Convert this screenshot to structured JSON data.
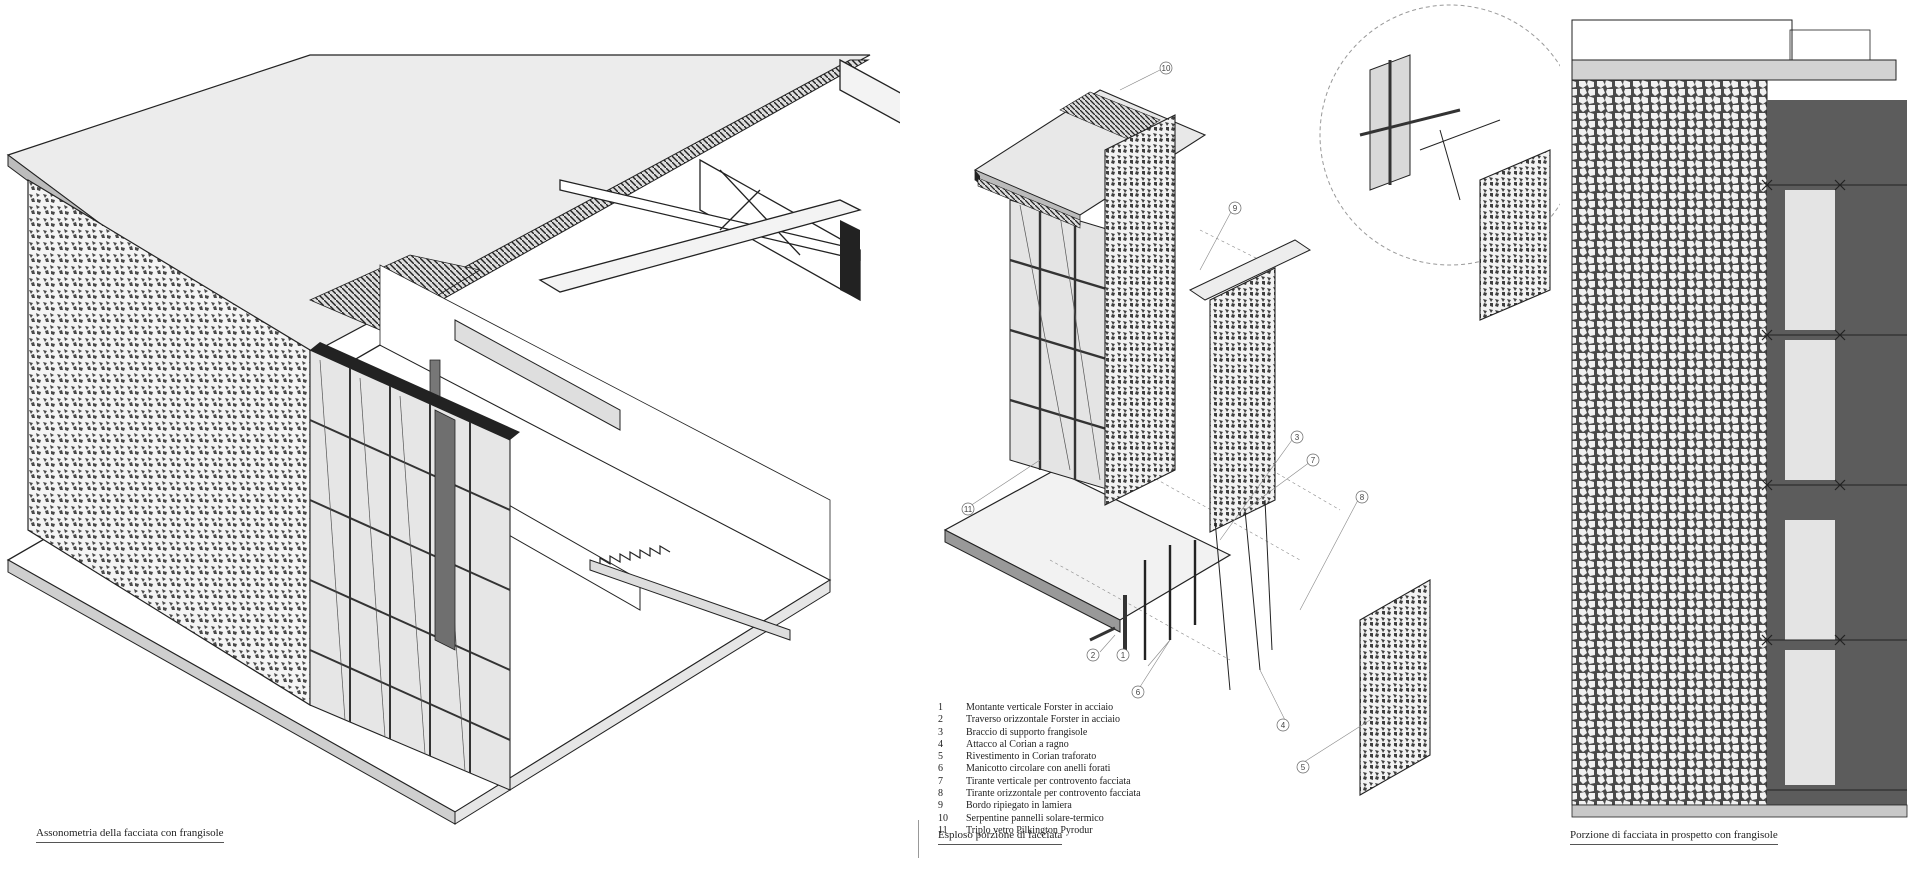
{
  "captions": {
    "axonometry": "Assonometria della facciata con frangisole",
    "exploded": "Esploso porzione di facciata",
    "elevation": "Porzione di facciata in prospetto con frangisole"
  },
  "legend": [
    {
      "num": "1",
      "label": "Montante verticale Forster in acciaio"
    },
    {
      "num": "2",
      "label": "Traverso orizzontale Forster in acciaio"
    },
    {
      "num": "3",
      "label": "Braccio di supporto frangisole"
    },
    {
      "num": "4",
      "label": "Attacco al Corian a ragno"
    },
    {
      "num": "5",
      "label": "Rivestimento in Corian traforato"
    },
    {
      "num": "6",
      "label": "Manicotto circolare con anelli forati"
    },
    {
      "num": "7",
      "label": "Tirante verticale per controvento facciata"
    },
    {
      "num": "8",
      "label": "Tirante orizzontale per controvento facciata"
    },
    {
      "num": "9",
      "label": "Bordo ripiegato in lamiera"
    },
    {
      "num": "10",
      "label": "Serpentine pannelli solare-termico"
    },
    {
      "num": "11",
      "label": "Triplo vetro Pilkington Pyrodur"
    }
  ],
  "callouts": [
    "1",
    "2",
    "3",
    "4",
    "5",
    "6",
    "7",
    "8",
    "9",
    "10",
    "11"
  ],
  "colors": {
    "line": "#222222",
    "panel_pattern": "#555555",
    "glass": "#e2e2e2",
    "steel_dark": "#6a6a6a",
    "roof": "#ededed",
    "elevation_back": "#5c5c5c"
  }
}
